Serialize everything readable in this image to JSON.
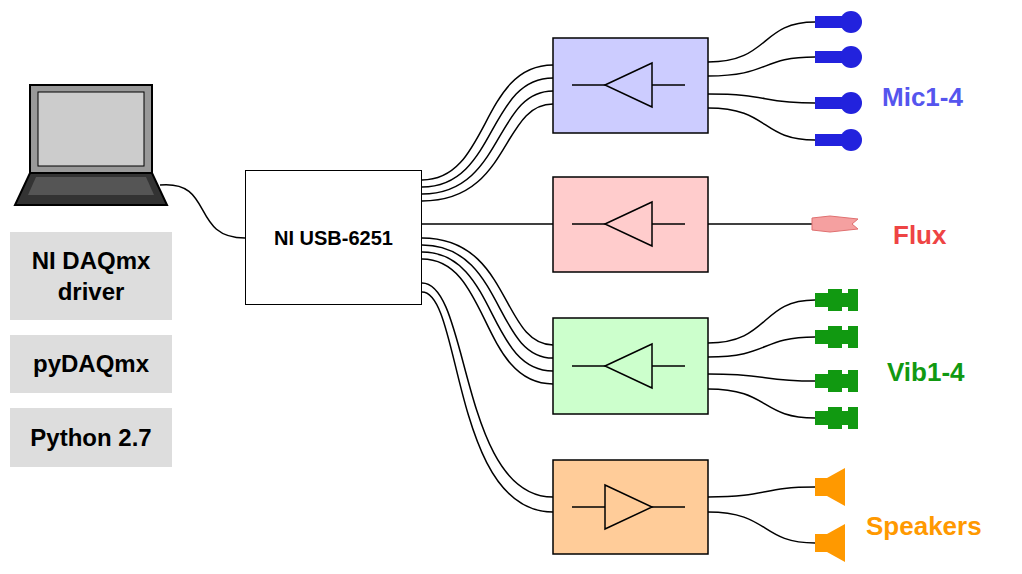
{
  "diagram": {
    "nodes": [
      {
        "text": [
          "NI DAQmx driver"
        ]
      },
      {
        "text": [
          "pyDAQmx"
        ]
      },
      {
        "text": [
          "Python 2.7"
        ]
      },
      {
        "text": [
          "NI USB-6251"
        ]
      }
    ],
    "labels": [
      "Mic1-4",
      "Flux",
      "Vib1-4",
      "Speakers"
    ]
  }
}
